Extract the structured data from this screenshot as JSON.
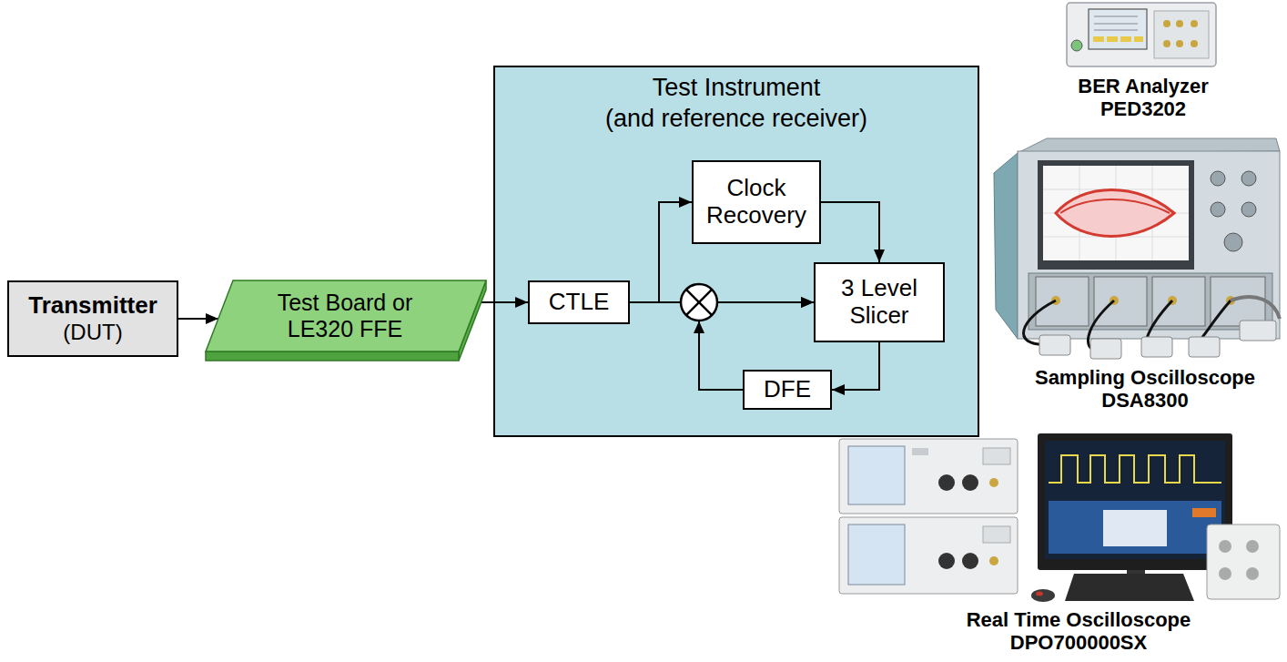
{
  "diagram": {
    "nodes": [
      {
        "text": [
          "Transmitter",
          "(DUT)"
        ]
      },
      {
        "text": [
          "Test Board or LE320 FFE"
        ]
      },
      {
        "text": [
          "Test Instrument",
          "(and reference receiver)"
        ]
      },
      {
        "text": [
          "CTLE"
        ],
        "in": 2
      },
      {
        "text": [
          "Clock Recovery"
        ],
        "in": 2
      },
      {
        "text": [
          "3 Level Slicer"
        ],
        "in": 2
      },
      {
        "text": [
          "DFE"
        ],
        "in": 2
      }
    ],
    "edges": [
      {
        "from": 0,
        "to": 1,
        "arrow": "to"
      },
      {
        "from": 1,
        "to": 3,
        "arrow": "to"
      },
      {
        "from": 3,
        "to": 4,
        "arrow": "to"
      },
      {
        "from": 3,
        "to": 5,
        "arrow": "to"
      },
      {
        "from": 4,
        "to": 5,
        "arrow": "to"
      },
      {
        "from": 5,
        "to": 6,
        "arrow": "to"
      },
      {
        "from": 6,
        "to": 5,
        "arrow": "to"
      }
    ],
    "labels": [
      "BER Analyzer",
      "PED3202",
      "Sampling Oscilloscope",
      "DSA8300",
      "Real Time Oscilloscope",
      "DPO700000SX"
    ]
  }
}
